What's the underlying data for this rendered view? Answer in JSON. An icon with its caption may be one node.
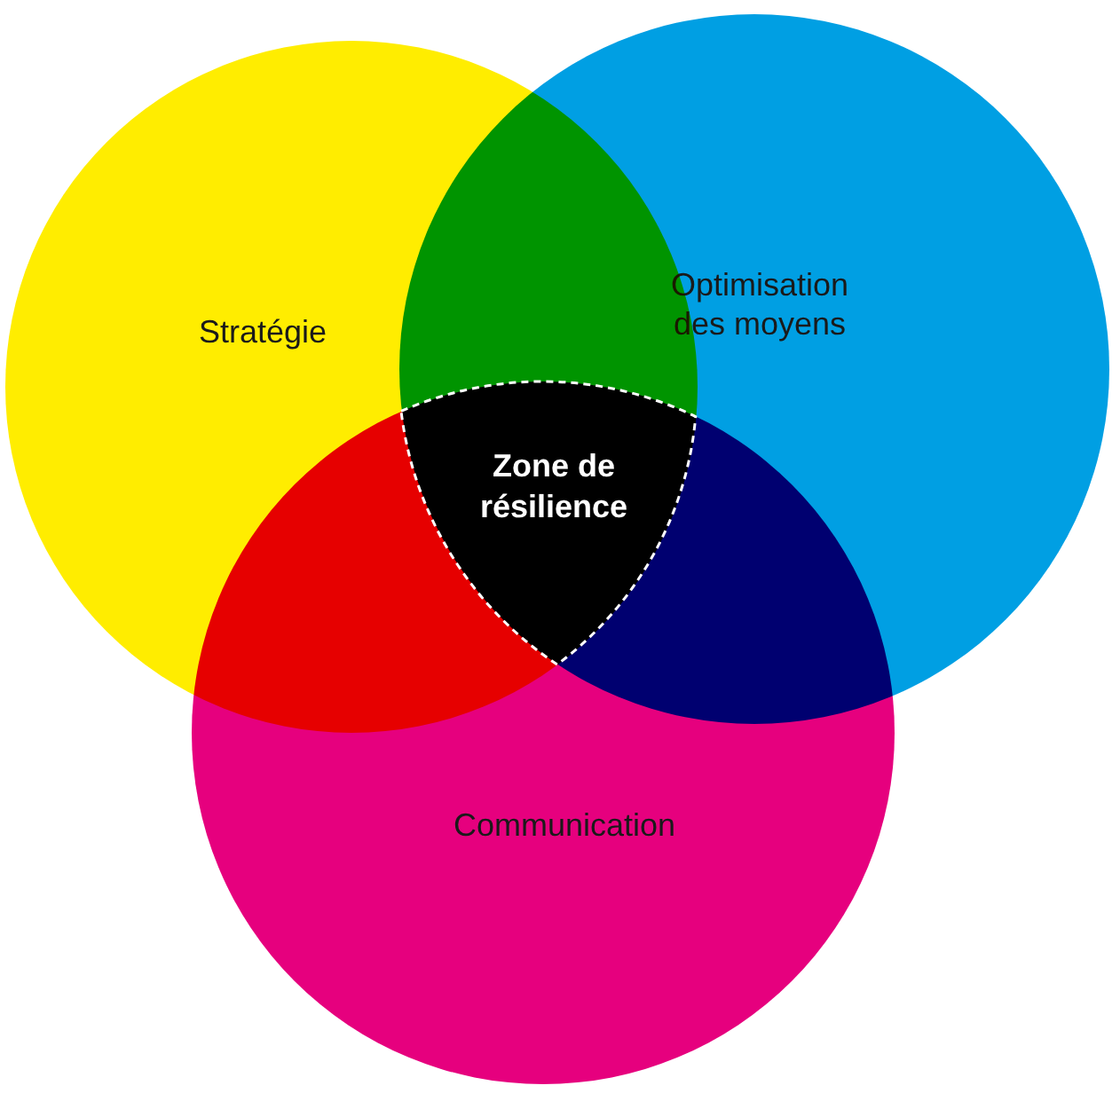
{
  "diagram": {
    "nodes": [
      {
        "text": [
          "Stratégie"
        ]
      },
      {
        "text": [
          "Optimisation des moyens"
        ]
      },
      {
        "text": [
          "Communication"
        ]
      },
      {
        "text": [
          "Zone de résilience"
        ]
      }
    ]
  }
}
